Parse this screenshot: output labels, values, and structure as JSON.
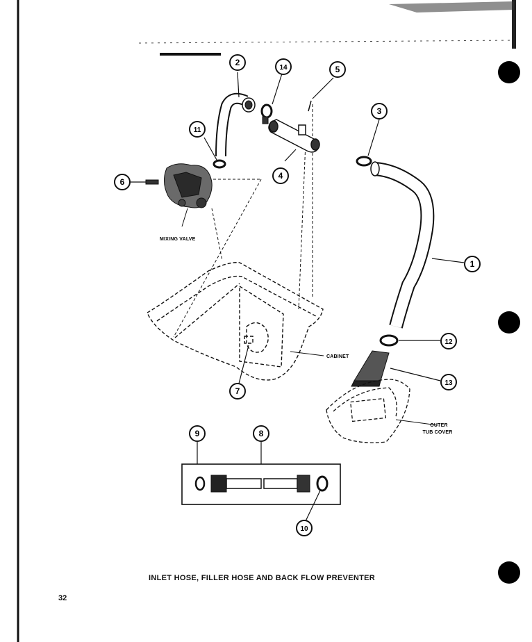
{
  "diagram": {
    "callouts": [
      "1",
      "2",
      "3",
      "4",
      "5",
      "6",
      "7",
      "8",
      "9",
      "10",
      "11",
      "12",
      "13",
      "14"
    ],
    "labels": {
      "mixing_valve": "MIXING VALVE",
      "cabinet": "CABINET",
      "outer_tub_cover_line1": "OUTER",
      "outer_tub_cover_line2": "TUB COVER"
    }
  },
  "caption": "INLET HOSE, FILLER HOSE AND BACK FLOW PREVENTER",
  "page_number": "32"
}
